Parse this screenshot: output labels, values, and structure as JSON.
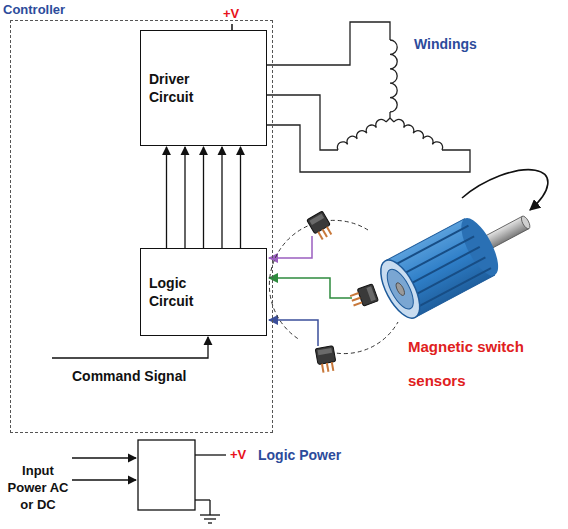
{
  "diagram": {
    "nodes": [
      {
        "text": [
          "Controller"
        ]
      },
      {
        "text": [
          "Driver Circuit"
        ],
        "in": 0
      },
      {
        "text": [
          "Logic Circuit"
        ],
        "in": 0
      }
    ],
    "edges": [
      {
        "from": 2,
        "to": 1,
        "arrow": "to"
      },
      {
        "from": 2,
        "to": 1,
        "arrow": "to"
      },
      {
        "from": 2,
        "to": 1,
        "arrow": "to"
      },
      {
        "from": 2,
        "to": 1,
        "arrow": "to"
      },
      {
        "from": 2,
        "to": 1,
        "arrow": "to"
      }
    ],
    "labels": [
      "+V",
      "Windings",
      "Magnetic switch sensors",
      "Command Signal",
      "+V",
      "Logic Power",
      "Input Power AC or DC"
    ]
  }
}
